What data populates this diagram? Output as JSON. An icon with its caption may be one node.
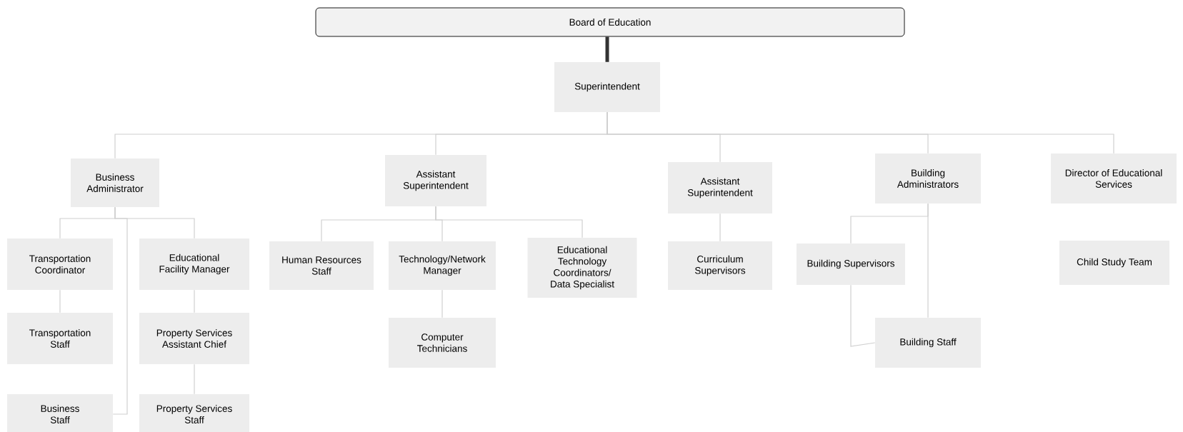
{
  "diagram": {
    "nodes": [
      {
        "text": [
          "Board of Education"
        ]
      },
      {
        "text": [
          "Superintendent"
        ]
      },
      {
        "text": [
          "Business Administrator"
        ]
      },
      {
        "text": [
          "Assistant Superintendent"
        ]
      },
      {
        "text": [
          "Assistant Superintendent"
        ]
      },
      {
        "text": [
          "Building Administrators"
        ]
      },
      {
        "text": [
          "Director of Educational Services"
        ]
      },
      {
        "text": [
          "Transportation Coordinator"
        ]
      },
      {
        "text": [
          "Educational Facility Manager"
        ]
      },
      {
        "text": [
          "Transportation Staff"
        ]
      },
      {
        "text": [
          "Property Services Assistant Chief"
        ]
      },
      {
        "text": [
          "Business Staff"
        ]
      },
      {
        "text": [
          "Property Services Staff"
        ]
      },
      {
        "text": [
          "Human Resources Staff"
        ]
      },
      {
        "text": [
          "Technology/Network Manager"
        ]
      },
      {
        "text": [
          "Educational Technology Coordinators/ Data Specialist"
        ]
      },
      {
        "text": [
          "Computer Technicians"
        ]
      },
      {
        "text": [
          "Curriculum Supervisors"
        ]
      },
      {
        "text": [
          "Building Supervisors"
        ]
      },
      {
        "text": [
          "Building Staff"
        ]
      },
      {
        "text": [
          "Child Study Team"
        ]
      }
    ],
    "edges": [
      {
        "from": 0,
        "to": 1,
        "arrow": "none",
        "style": "thick",
        "color": "#333333"
      },
      {
        "from": 1,
        "to": 2,
        "arrow": "none"
      },
      {
        "from": 1,
        "to": 3,
        "arrow": "none"
      },
      {
        "from": 1,
        "to": 4,
        "arrow": "none"
      },
      {
        "from": 1,
        "to": 5,
        "arrow": "none"
      },
      {
        "from": 1,
        "to": 6,
        "arrow": "none"
      },
      {
        "from": 2,
        "to": 7,
        "arrow": "none"
      },
      {
        "from": 2,
        "to": 8,
        "arrow": "none"
      },
      {
        "from": 2,
        "to": 11,
        "arrow": "none"
      },
      {
        "from": 7,
        "to": 9,
        "arrow": "none"
      },
      {
        "from": 8,
        "to": 10,
        "arrow": "none"
      },
      {
        "from": 10,
        "to": 12,
        "arrow": "none"
      },
      {
        "from": 3,
        "to": 13,
        "arrow": "none"
      },
      {
        "from": 3,
        "to": 14,
        "arrow": "none"
      },
      {
        "from": 3,
        "to": 15,
        "arrow": "none"
      },
      {
        "from": 14,
        "to": 16,
        "arrow": "none"
      },
      {
        "from": 4,
        "to": 17,
        "arrow": "none"
      },
      {
        "from": 5,
        "to": 18,
        "arrow": "none"
      },
      {
        "from": 5,
        "to": 19,
        "arrow": "none"
      },
      {
        "from": 18,
        "to": 19,
        "arrow": "none"
      }
    ]
  }
}
